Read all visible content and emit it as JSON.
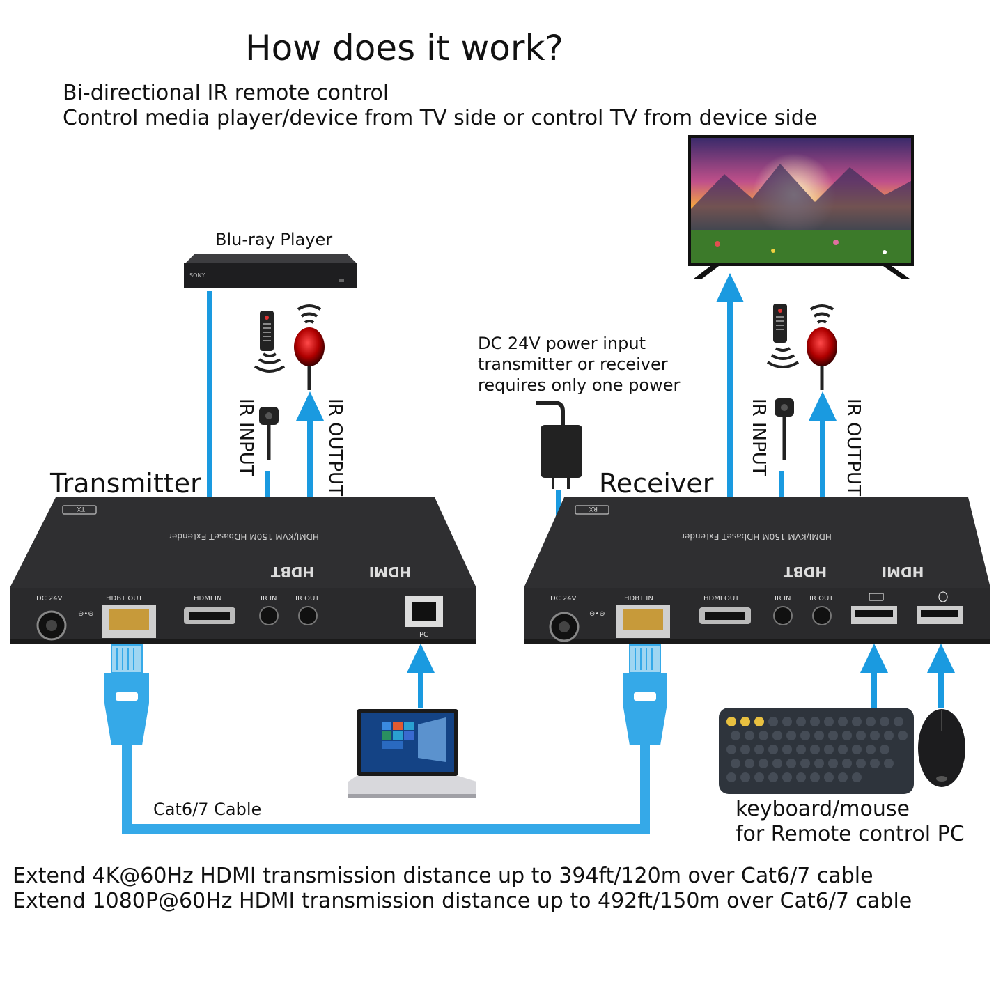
{
  "title": "How does it work?",
  "subtitle": {
    "line1": "Bi-directional IR remote control",
    "line2": "Control media player/device from TV side or control TV from device side"
  },
  "devices": {
    "bluray_label": "Blu-ray Player",
    "bluray_brand": "SONY",
    "transmitter_label": "Transmitter",
    "receiver_label": "Receiver",
    "tx_badge": "TX",
    "rx_badge": "RX",
    "product_name": "HDMI/KVM 150M HDbaseT Extender",
    "hdmi_logo": "HDMI",
    "hdbt_logo": "HDBT"
  },
  "ir_labels": {
    "tx_input": "IR INPUT",
    "tx_output": "IR OUTPUT",
    "rx_input": "IR INPUT",
    "rx_output": "IR OUTPUT"
  },
  "power_note": {
    "line1": "DC 24V power input",
    "line2": "transmitter or receiver",
    "line3": "requires only one power"
  },
  "tx_ports": {
    "dc": "DC 24V",
    "hdbt": "HDBT OUT",
    "hdmi": "HDMI IN",
    "ir_in": "IR IN",
    "ir_out": "IR OUT",
    "pc": "PC"
  },
  "rx_ports": {
    "dc": "DC 24V",
    "hdbt": "HDBT IN",
    "hdmi": "HDMI OUT",
    "ir_in": "IR IN",
    "ir_out": "IR OUT"
  },
  "cable_label": "Cat6/7 Cable",
  "keyboard_label": {
    "line1": "keyboard/mouse",
    "line2": "for Remote control PC"
  },
  "footer": {
    "line1": "Extend 4K@60Hz HDMI transmission distance up to 394ft/120m over Cat6/7 cable",
    "line2": "Extend 1080P@60Hz HDMI transmission distance up to 492ft/150m over Cat6/7 cable"
  },
  "colors": {
    "arrow": "#1a9ae0",
    "device_body": "#2f2f31",
    "cable": "#35a9e8"
  }
}
